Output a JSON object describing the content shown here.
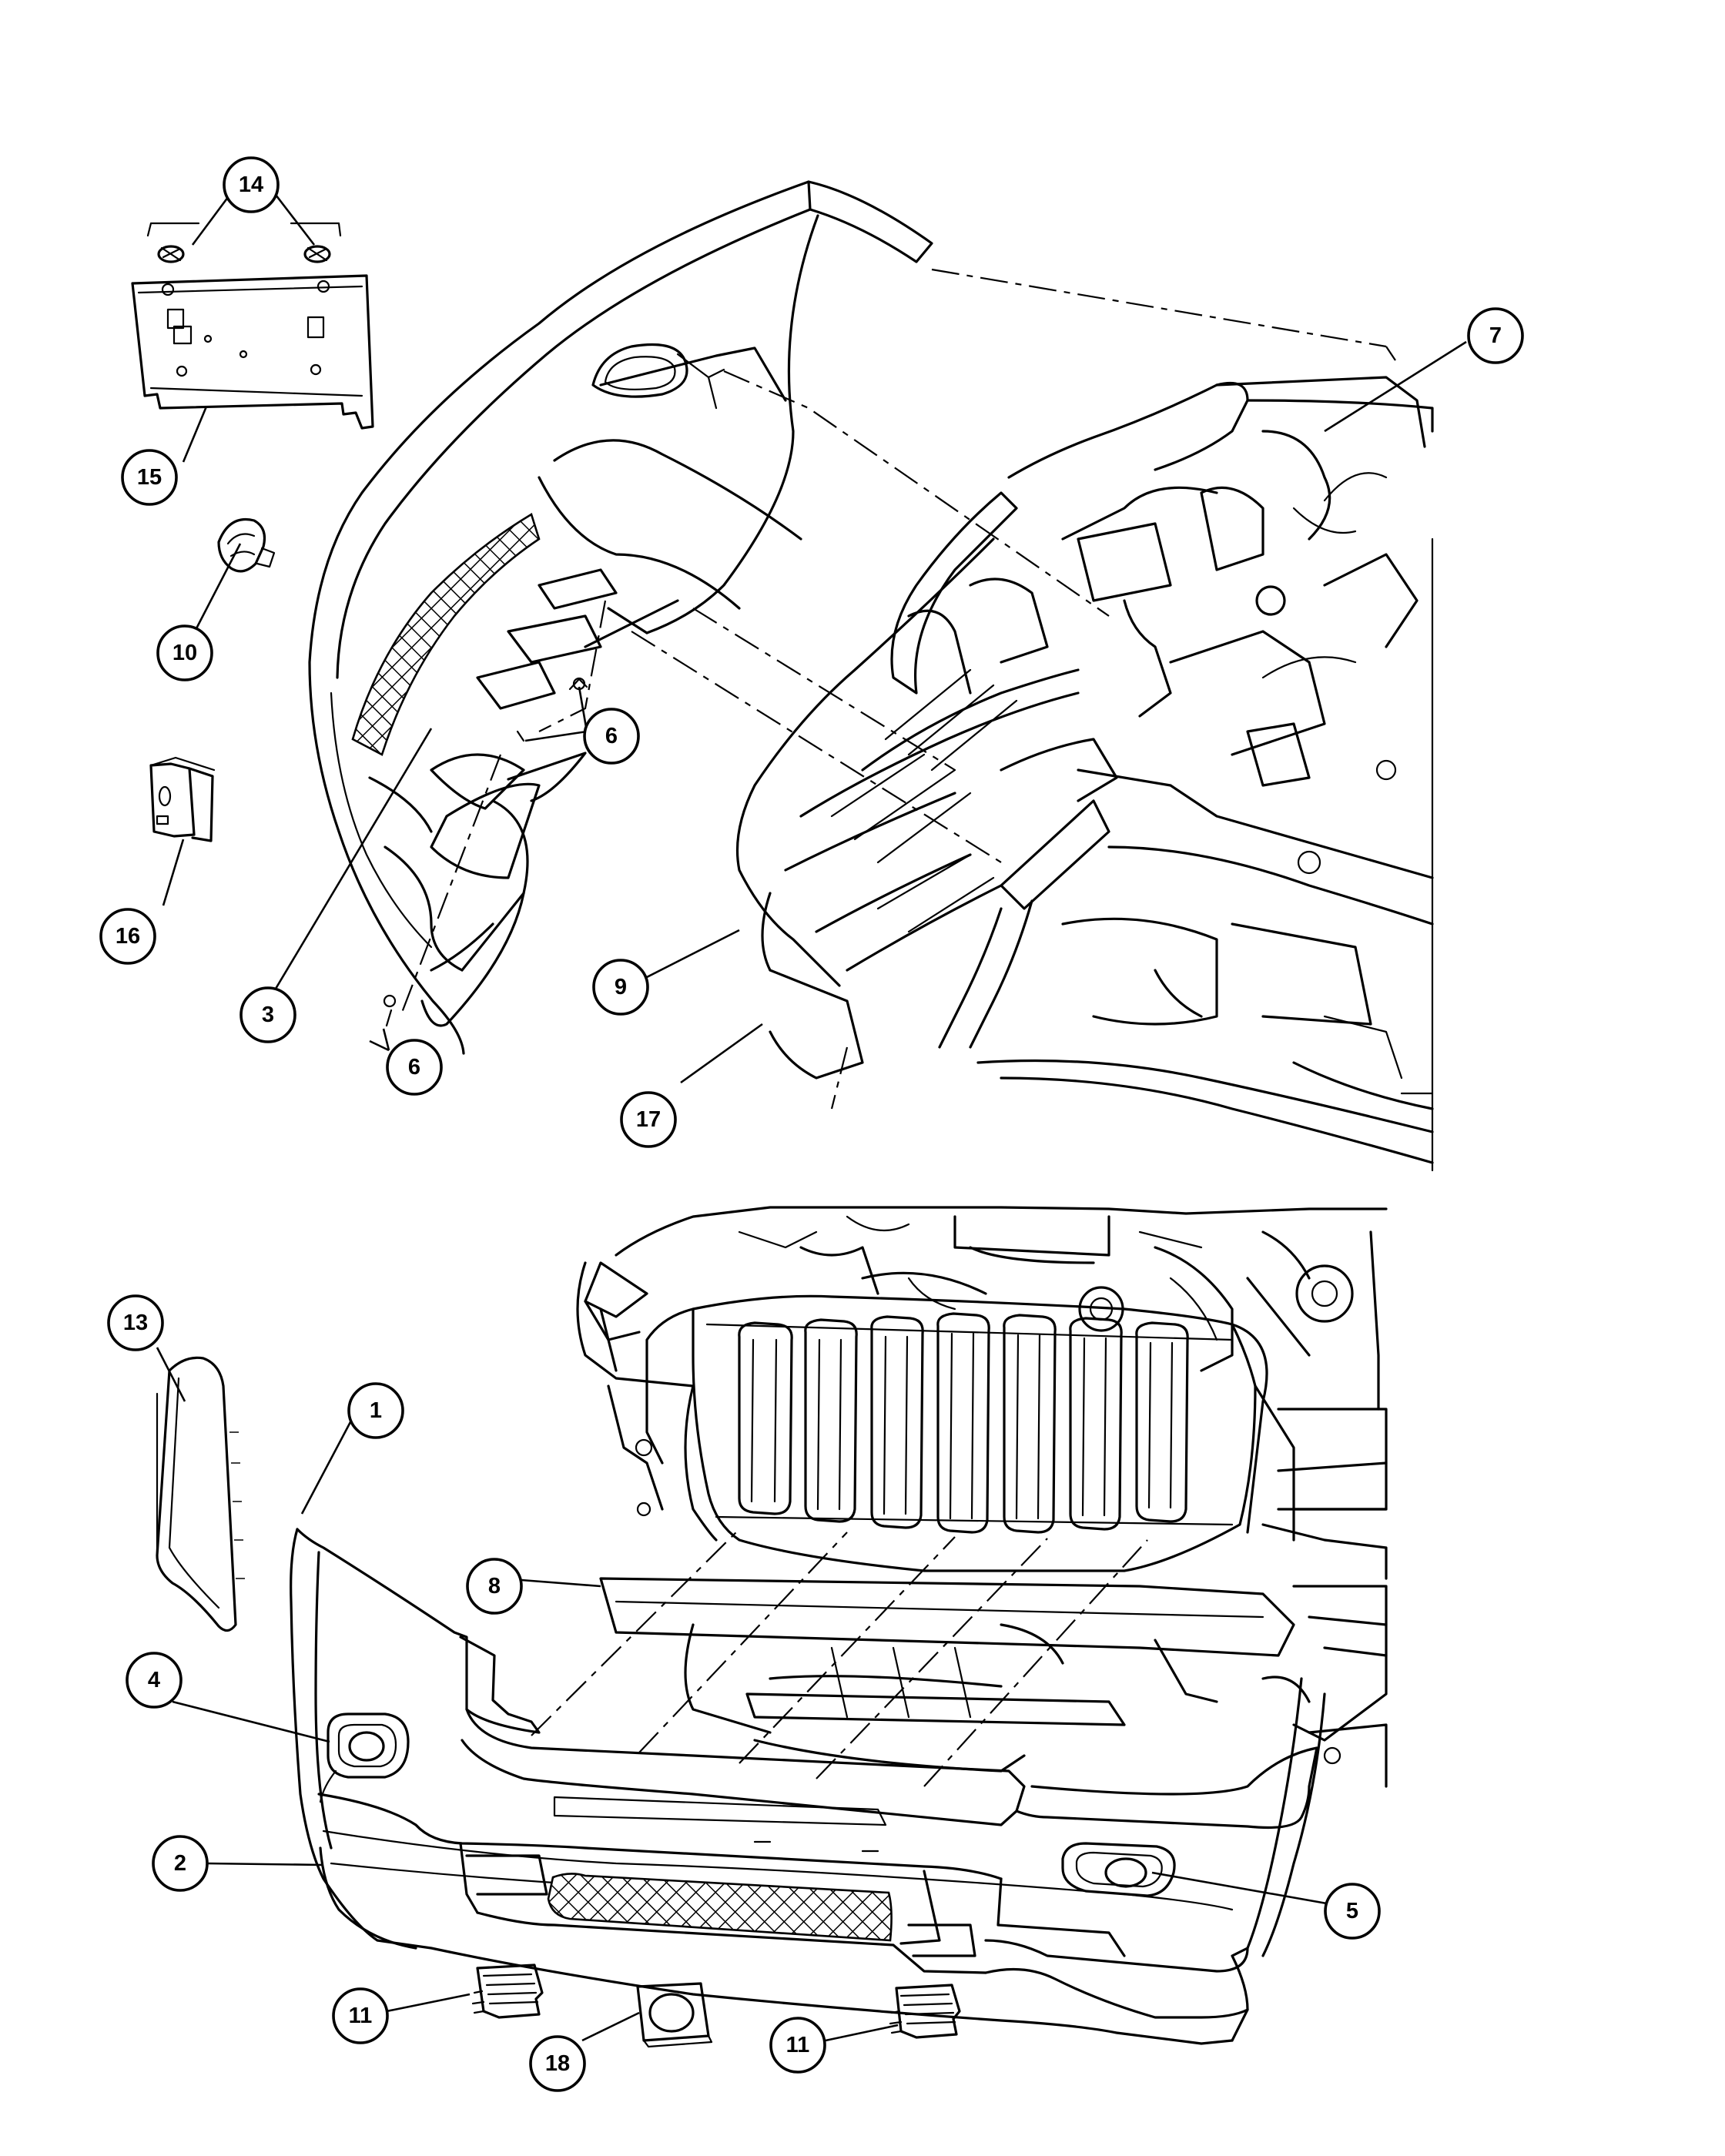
{
  "callouts": [
    {
      "id": "c1",
      "label": "1"
    },
    {
      "id": "c2",
      "label": "2"
    },
    {
      "id": "c3",
      "label": "3"
    },
    {
      "id": "c4",
      "label": "4"
    },
    {
      "id": "c5",
      "label": "5"
    },
    {
      "id": "c6a",
      "label": "6"
    },
    {
      "id": "c6b",
      "label": "6"
    },
    {
      "id": "c7",
      "label": "7"
    },
    {
      "id": "c8",
      "label": "8"
    },
    {
      "id": "c9",
      "label": "9"
    },
    {
      "id": "c10",
      "label": "10"
    },
    {
      "id": "c11a",
      "label": "11"
    },
    {
      "id": "c11b",
      "label": "11"
    },
    {
      "id": "c13",
      "label": "13"
    },
    {
      "id": "c14",
      "label": "14"
    },
    {
      "id": "c15",
      "label": "15"
    },
    {
      "id": "c16",
      "label": "16"
    },
    {
      "id": "c17",
      "label": "17"
    },
    {
      "id": "c18",
      "label": "18"
    }
  ]
}
